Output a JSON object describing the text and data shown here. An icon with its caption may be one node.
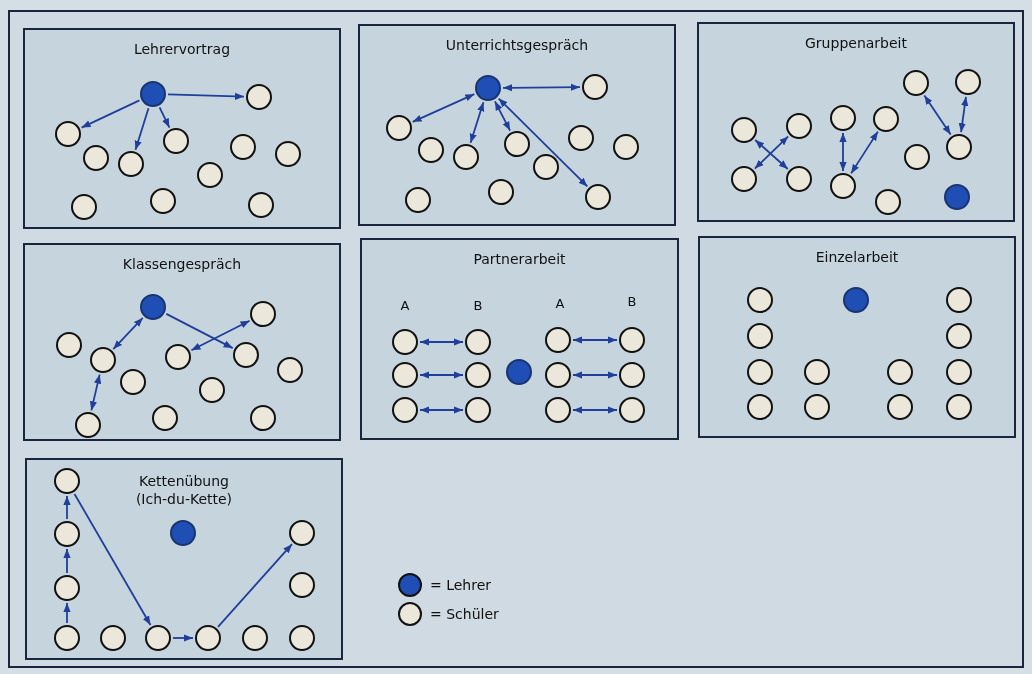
{
  "diagram": {
    "nodes": [
      {
        "text": [
          "Lehrervortrag"
        ]
      },
      {
        "text": [],
        "shape": "circle",
        "in": 0
      },
      {
        "text": [],
        "shape": "circle",
        "in": 0
      },
      {
        "text": [],
        "shape": "circle",
        "in": 0
      },
      {
        "text": [],
        "shape": "circle",
        "in": 0
      },
      {
        "text": [],
        "shape": "circle",
        "in": 0
      },
      {
        "text": [],
        "shape": "circle",
        "in": 0
      },
      {
        "text": [],
        "shape": "circle",
        "in": 0
      },
      {
        "text": [],
        "shape": "circle",
        "in": 0
      },
      {
        "text": [],
        "shape": "circle",
        "in": 0
      },
      {
        "text": [],
        "shape": "circle",
        "in": 0
      },
      {
        "text": [],
        "shape": "circle",
        "in": 0
      },
      {
        "text": [],
        "shape": "circle",
        "in": 0
      },
      {
        "text": [
          "Unterrichtsgespräch"
        ]
      },
      {
        "text": [],
        "shape": "circle",
        "in": 13
      },
      {
        "text": [],
        "shape": "circle",
        "in": 13
      },
      {
        "text": [],
        "shape": "circle",
        "in": 13
      },
      {
        "text": [],
        "shape": "circle",
        "in": 13
      },
      {
        "text": [],
        "shape": "circle",
        "in": 13
      },
      {
        "text": [],
        "shape": "circle",
        "in": 13
      },
      {
        "text": [],
        "shape": "circle",
        "in": 13
      },
      {
        "text": [],
        "shape": "circle",
        "in": 13
      },
      {
        "text": [],
        "shape": "circle",
        "in": 13
      },
      {
        "text": [],
        "shape": "circle",
        "in": 13
      },
      {
        "text": [],
        "shape": "circle",
        "in": 13
      },
      {
        "text": [],
        "shape": "circle",
        "in": 13
      },
      {
        "text": [
          "Gruppenarbeit"
        ]
      },
      {
        "text": [],
        "shape": "circle",
        "in": 26
      },
      {
        "text": [],
        "shape": "circle",
        "in": 26
      },
      {
        "text": [],
        "shape": "circle",
        "in": 26
      },
      {
        "text": [],
        "shape": "circle",
        "in": 26
      },
      {
        "text": [],
        "shape": "circle",
        "in": 26
      },
      {
        "text": [],
        "shape": "circle",
        "in": 26
      },
      {
        "text": [],
        "shape": "circle",
        "in": 26
      },
      {
        "text": [],
        "shape": "circle",
        "in": 26
      },
      {
        "text": [],
        "shape": "circle",
        "in": 26
      },
      {
        "text": [],
        "shape": "circle",
        "in": 26
      },
      {
        "text": [],
        "shape": "circle",
        "in": 26
      },
      {
        "text": [],
        "shape": "circle",
        "in": 26
      },
      {
        "text": [],
        "shape": "circle",
        "in": 26
      },
      {
        "text": [
          "Klassengespräch"
        ]
      },
      {
        "text": [],
        "shape": "circle",
        "in": 40
      },
      {
        "text": [],
        "shape": "circle",
        "in": 40
      },
      {
        "text": [],
        "shape": "circle",
        "in": 40
      },
      {
        "text": [],
        "shape": "circle",
        "in": 40
      },
      {
        "text": [],
        "shape": "circle",
        "in": 40
      },
      {
        "text": [],
        "shape": "circle",
        "in": 40
      },
      {
        "text": [],
        "shape": "circle",
        "in": 40
      },
      {
        "text": [],
        "shape": "circle",
        "in": 40
      },
      {
        "text": [],
        "shape": "circle",
        "in": 40
      },
      {
        "text": [],
        "shape": "circle",
        "in": 40
      },
      {
        "text": [],
        "shape": "circle",
        "in": 40
      },
      {
        "text": [],
        "shape": "circle",
        "in": 40
      },
      {
        "text": [
          "Partnerarbeit"
        ]
      },
      {
        "text": [],
        "shape": "circle",
        "in": 53
      },
      {
        "text": [],
        "shape": "circle",
        "in": 53
      },
      {
        "text": [],
        "shape": "circle",
        "in": 53
      },
      {
        "text": [],
        "shape": "circle",
        "in": 53
      },
      {
        "text": [],
        "shape": "circle",
        "in": 53
      },
      {
        "text": [],
        "shape": "circle",
        "in": 53
      },
      {
        "text": [],
        "shape": "circle",
        "in": 53
      },
      {
        "text": [],
        "shape": "circle",
        "in": 53
      },
      {
        "text": [],
        "shape": "circle",
        "in": 53
      },
      {
        "text": [],
        "shape": "circle",
        "in": 53
      },
      {
        "text": [],
        "shape": "circle",
        "in": 53
      },
      {
        "text": [],
        "shape": "circle",
        "in": 53
      },
      {
        "text": [],
        "shape": "circle",
        "in": 53
      },
      {
        "text": [
          "Einzelarbeit"
        ]
      },
      {
        "text": [],
        "shape": "circle",
        "in": 67
      },
      {
        "text": [],
        "shape": "circle",
        "in": 67
      },
      {
        "text": [],
        "shape": "circle",
        "in": 67
      },
      {
        "text": [],
        "shape": "circle",
        "in": 67
      },
      {
        "text": [],
        "shape": "circle",
        "in": 67
      },
      {
        "text": [],
        "shape": "circle",
        "in": 67
      },
      {
        "text": [],
        "shape": "circle",
        "in": 67
      },
      {
        "text": [],
        "shape": "circle",
        "in": 67
      },
      {
        "text": [],
        "shape": "circle",
        "in": 67
      },
      {
        "text": [],
        "shape": "circle",
        "in": 67
      },
      {
        "text": [],
        "shape": "circle",
        "in": 67
      },
      {
        "text": [],
        "shape": "circle",
        "in": 67
      },
      {
        "text": [],
        "shape": "circle",
        "in": 67
      },
      {
        "text": [
          "Kettenübung (Ich-du-Kette)"
        ]
      },
      {
        "text": [],
        "shape": "circle",
        "in": 81
      },
      {
        "text": [],
        "shape": "circle",
        "in": 81
      },
      {
        "text": [],
        "shape": "circle",
        "in": 81
      },
      {
        "text": [],
        "shape": "circle",
        "in": 81
      },
      {
        "text": [],
        "shape": "circle",
        "in": 81
      },
      {
        "text": [],
        "shape": "circle",
        "in": 81
      },
      {
        "text": [],
        "shape": "circle",
        "in": 81
      },
      {
        "text": [],
        "shape": "circle",
        "in": 81
      },
      {
        "text": [],
        "shape": "circle",
        "in": 81
      },
      {
        "text": [],
        "shape": "circle",
        "in": 81
      },
      {
        "text": [],
        "shape": "circle",
        "in": 81
      },
      {
        "text": [],
        "shape": "circle",
        "in": 81
      }
    ],
    "edges": [
      {
        "from": 1,
        "to": 2,
        "arrow": "to"
      },
      {
        "from": 1,
        "to": 3,
        "arrow": "to"
      },
      {
        "from": 1,
        "to": 5,
        "arrow": "to"
      },
      {
        "from": 1,
        "to": 6,
        "arrow": "to"
      },
      {
        "from": 14,
        "to": 15,
        "arrow": "both"
      },
      {
        "from": 14,
        "to": 16,
        "arrow": "both"
      },
      {
        "from": 14,
        "to": 18,
        "arrow": "both"
      },
      {
        "from": 14,
        "to": 19,
        "arrow": "both"
      },
      {
        "from": 14,
        "to": 25,
        "arrow": "both"
      },
      {
        "from": 32,
        "to": 36,
        "arrow": "both"
      },
      {
        "from": 31,
        "to": 35,
        "arrow": "both"
      },
      {
        "from": 29,
        "to": 37,
        "arrow": "both"
      },
      {
        "from": 30,
        "to": 37,
        "arrow": "both"
      },
      {
        "from": 27,
        "to": 33,
        "arrow": "both"
      },
      {
        "from": 28,
        "to": 33,
        "arrow": "both"
      },
      {
        "from": 41,
        "to": 46,
        "arrow": "both"
      },
      {
        "from": 41,
        "to": 44,
        "arrow": "to"
      },
      {
        "from": 42,
        "to": 45,
        "arrow": "both"
      },
      {
        "from": 46,
        "to": 52,
        "arrow": "both"
      },
      {
        "from": 55,
        "to": 56,
        "arrow": "both"
      },
      {
        "from": 57,
        "to": 58,
        "arrow": "both"
      },
      {
        "from": 59,
        "to": 60,
        "arrow": "both"
      },
      {
        "from": 61,
        "to": 62,
        "arrow": "both"
      },
      {
        "from": 63,
        "to": 64,
        "arrow": "both"
      },
      {
        "from": 65,
        "to": 66,
        "arrow": "both"
      },
      {
        "from": 88,
        "to": 87,
        "arrow": "to"
      },
      {
        "from": 87,
        "to": 85,
        "arrow": "to"
      },
      {
        "from": 85,
        "to": 82,
        "arrow": "to"
      },
      {
        "from": 82,
        "to": 90,
        "arrow": "to"
      },
      {
        "from": 90,
        "to": 91,
        "arrow": "to"
      },
      {
        "from": 91,
        "to": 84,
        "arrow": "to"
      }
    ],
    "labels": [
      "A",
      "B",
      "A",
      "B"
    ],
    "legend": [
      {
        "text": "= Lehrer",
        "color": "#1f4fb5"
      },
      {
        "text": "= Schüler",
        "color": "#ebe7da"
      }
    ]
  }
}
